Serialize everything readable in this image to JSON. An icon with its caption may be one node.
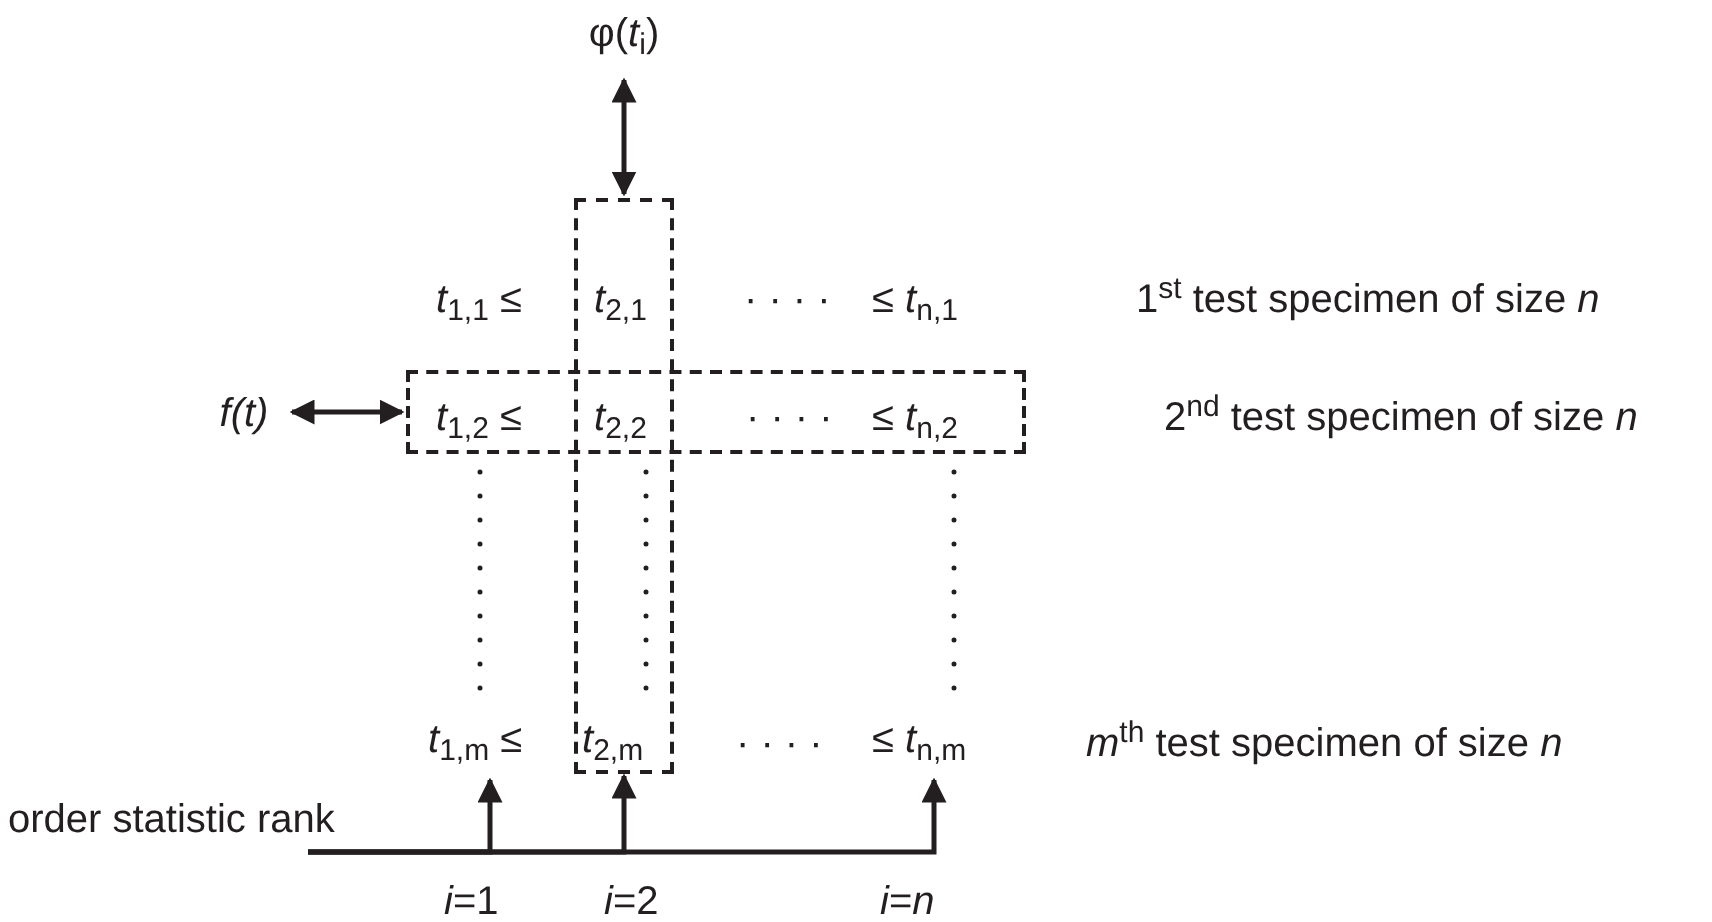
{
  "diagram": {
    "nodes": [
      {
        "text": [
          "φ(*t*$_{i}$)"
        ]
      },
      {
        "text": [],
        "shape": "box"
      },
      {
        "text": [],
        "shape": "box"
      },
      {
        "text": [
          "f(t)"
        ]
      },
      {
        "text": [
          "*t*$_{1,m}$ ≤"
        ]
      },
      {
        "text": [
          "*t*$_{2,m}$"
        ],
        "in": 1
      },
      {
        "text": [
          "≤ *t*$_{n,m}$"
        ]
      },
      {
        "text": [
          "order statistic rank"
        ]
      }
    ],
    "edges": [
      {
        "from": 0,
        "to": 1,
        "arrow": "both"
      },
      {
        "from": 3,
        "to": 2,
        "arrow": "both"
      },
      {
        "from": 7,
        "to": 4,
        "arrow": "to"
      },
      {
        "from": 7,
        "to": 5,
        "arrow": "to"
      },
      {
        "from": 7,
        "to": 6,
        "arrow": "to"
      }
    ],
    "labels": [
      "*t*$_{1,1}$ ≤",
      "*t*$_{2,1}$",
      "· · · ·",
      "≤ *t*$_{n,1}$",
      "1$^{st}$ test specimen of size *n*",
      "*t*$_{1,2}$ ≤",
      "*t*$_{2,2}$",
      "· · · ·",
      "≤ *t*$_{n,2}$",
      "2$^{nd}$ test specimen of size *n*",
      "· · · ·",
      "*m*$^{th}$ test specimen of size *n*",
      "*i*=1",
      "*i*=2",
      "*i*=*n*"
    ]
  }
}
